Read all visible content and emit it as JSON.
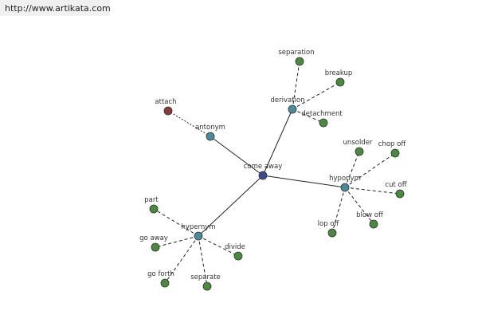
{
  "url": "http://www.artikata.com",
  "colors": {
    "center": "#3a4a8a",
    "relation": "#4a8a9a",
    "leaf": "#4a8a3e",
    "antonym_leaf": "#8a3a3a"
  },
  "nodes": [
    {
      "id": "come-away",
      "label": "come away",
      "kind": "center"
    },
    {
      "id": "antonym",
      "label": "antonym",
      "kind": "relation"
    },
    {
      "id": "derivation",
      "label": "derivation",
      "kind": "relation"
    },
    {
      "id": "hyponym",
      "label": "hyponym",
      "kind": "relation"
    },
    {
      "id": "hypernym",
      "label": "hypernym",
      "kind": "relation"
    },
    {
      "id": "attach",
      "label": "attach",
      "kind": "antonym_leaf"
    },
    {
      "id": "separation",
      "label": "separation",
      "kind": "leaf"
    },
    {
      "id": "breakup",
      "label": "breakup",
      "kind": "leaf"
    },
    {
      "id": "detachment",
      "label": "detachment",
      "kind": "leaf"
    },
    {
      "id": "unsolder",
      "label": "unsolder",
      "kind": "leaf"
    },
    {
      "id": "chop-off",
      "label": "chop off",
      "kind": "leaf"
    },
    {
      "id": "cut-off",
      "label": "cut off",
      "kind": "leaf"
    },
    {
      "id": "blow-off",
      "label": "blow off",
      "kind": "leaf"
    },
    {
      "id": "lop-off",
      "label": "lop off",
      "kind": "leaf"
    },
    {
      "id": "part",
      "label": "part",
      "kind": "leaf"
    },
    {
      "id": "go-away",
      "label": "go away",
      "kind": "leaf"
    },
    {
      "id": "go-forth",
      "label": "go forth",
      "kind": "leaf"
    },
    {
      "id": "separate",
      "label": "separate",
      "kind": "leaf"
    },
    {
      "id": "divide",
      "label": "divide",
      "kind": "leaf"
    }
  ],
  "edges": [
    {
      "from": "come-away",
      "to": "antonym",
      "style": "solid"
    },
    {
      "from": "come-away",
      "to": "derivation",
      "style": "solid"
    },
    {
      "from": "come-away",
      "to": "hyponym",
      "style": "solid"
    },
    {
      "from": "come-away",
      "to": "hypernym",
      "style": "solid"
    },
    {
      "from": "antonym",
      "to": "attach",
      "style": "dot"
    },
    {
      "from": "derivation",
      "to": "separation",
      "style": "dash"
    },
    {
      "from": "derivation",
      "to": "breakup",
      "style": "dash"
    },
    {
      "from": "derivation",
      "to": "detachment",
      "style": "dash"
    },
    {
      "from": "hyponym",
      "to": "unsolder",
      "style": "dash"
    },
    {
      "from": "hyponym",
      "to": "chop-off",
      "style": "dash"
    },
    {
      "from": "hyponym",
      "to": "cut-off",
      "style": "dash"
    },
    {
      "from": "hyponym",
      "to": "blow-off",
      "style": "dash"
    },
    {
      "from": "hyponym",
      "to": "lop-off",
      "style": "dash"
    },
    {
      "from": "hypernym",
      "to": "part",
      "style": "dash"
    },
    {
      "from": "hypernym",
      "to": "go-away",
      "style": "dash"
    },
    {
      "from": "hypernym",
      "to": "go-forth",
      "style": "dash"
    },
    {
      "from": "hypernym",
      "to": "separate",
      "style": "dash"
    },
    {
      "from": "hypernym",
      "to": "divide",
      "style": "dash"
    }
  ]
}
